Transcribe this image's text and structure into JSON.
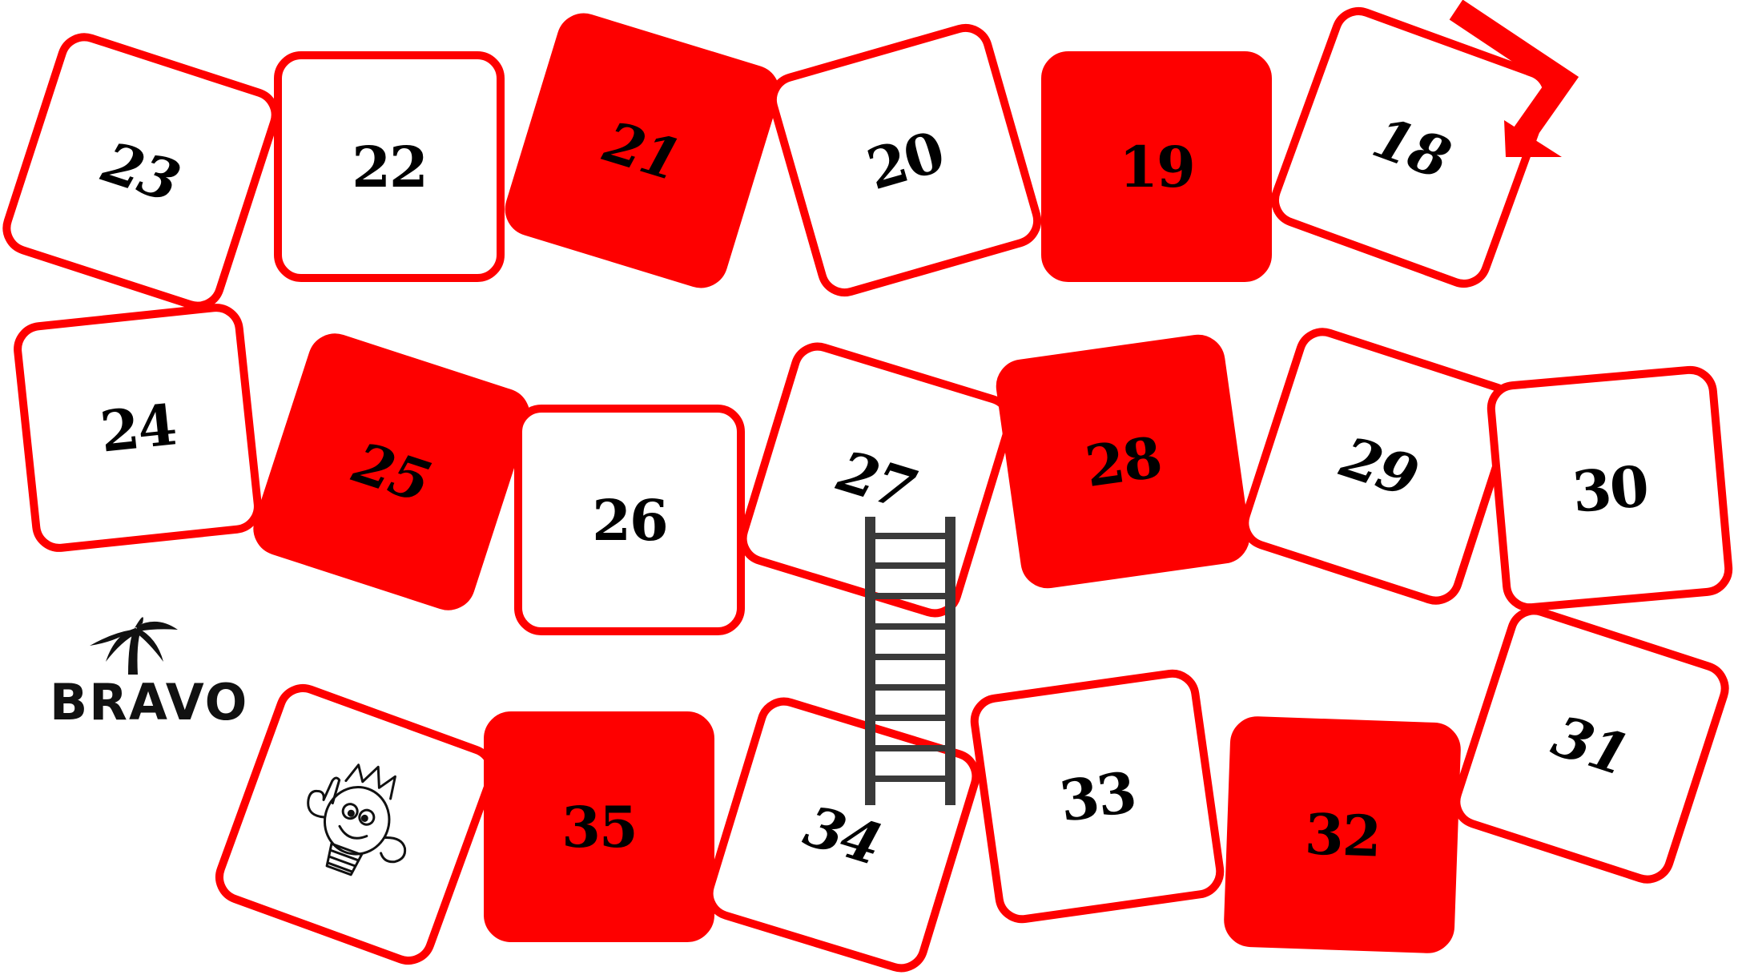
{
  "colors": {
    "accent": "#fe0000",
    "tile_white": "#ffffff",
    "text": "#000000"
  },
  "logo": {
    "text": "BRAVO",
    "icon": "palm-tree-icon"
  },
  "finish_tile": {
    "icon": "lightbulb-mascot-icon"
  },
  "ladder": {
    "icon": "ladder-icon",
    "from": "34",
    "to": "27"
  },
  "arrow": {
    "icon": "entry-arrow-icon",
    "target": "18"
  },
  "tiles": [
    {
      "label": "18",
      "fill": "white",
      "italic": true
    },
    {
      "label": "19",
      "fill": "red",
      "italic": false
    },
    {
      "label": "20",
      "fill": "white",
      "italic": false
    },
    {
      "label": "21",
      "fill": "red",
      "italic": true
    },
    {
      "label": "22",
      "fill": "white",
      "italic": false
    },
    {
      "label": "23",
      "fill": "white",
      "italic": true
    },
    {
      "label": "24",
      "fill": "white",
      "italic": false
    },
    {
      "label": "25",
      "fill": "red",
      "italic": true
    },
    {
      "label": "26",
      "fill": "white",
      "italic": false
    },
    {
      "label": "27",
      "fill": "white",
      "italic": true
    },
    {
      "label": "28",
      "fill": "red",
      "italic": false
    },
    {
      "label": "29",
      "fill": "white",
      "italic": true
    },
    {
      "label": "30",
      "fill": "white",
      "italic": false
    },
    {
      "label": "31",
      "fill": "white",
      "italic": true
    },
    {
      "label": "32",
      "fill": "red",
      "italic": false
    },
    {
      "label": "33",
      "fill": "white",
      "italic": false
    },
    {
      "label": "34",
      "fill": "white",
      "italic": true
    },
    {
      "label": "35",
      "fill": "red",
      "italic": false
    },
    {
      "label": "",
      "fill": "white",
      "italic": false
    }
  ]
}
